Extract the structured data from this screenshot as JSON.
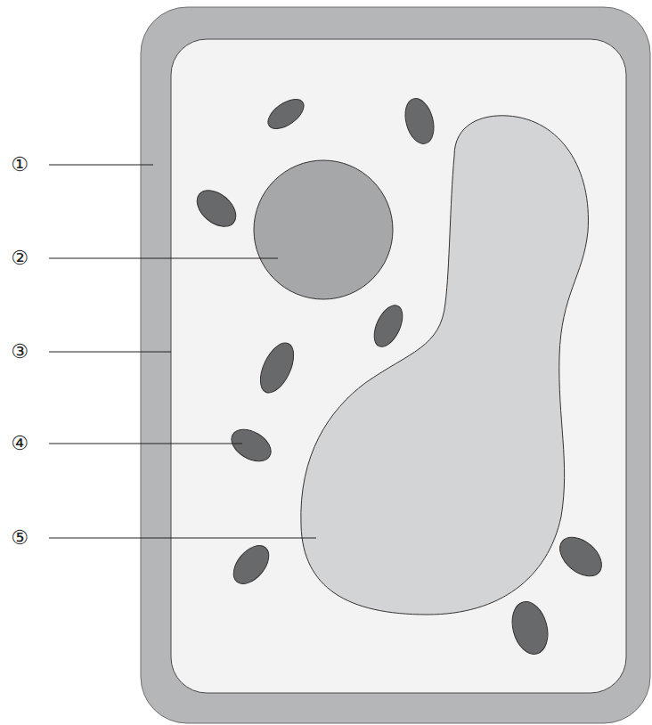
{
  "diagram": {
    "labels": [
      "①",
      "②",
      "③",
      "④",
      "⑤"
    ]
  }
}
